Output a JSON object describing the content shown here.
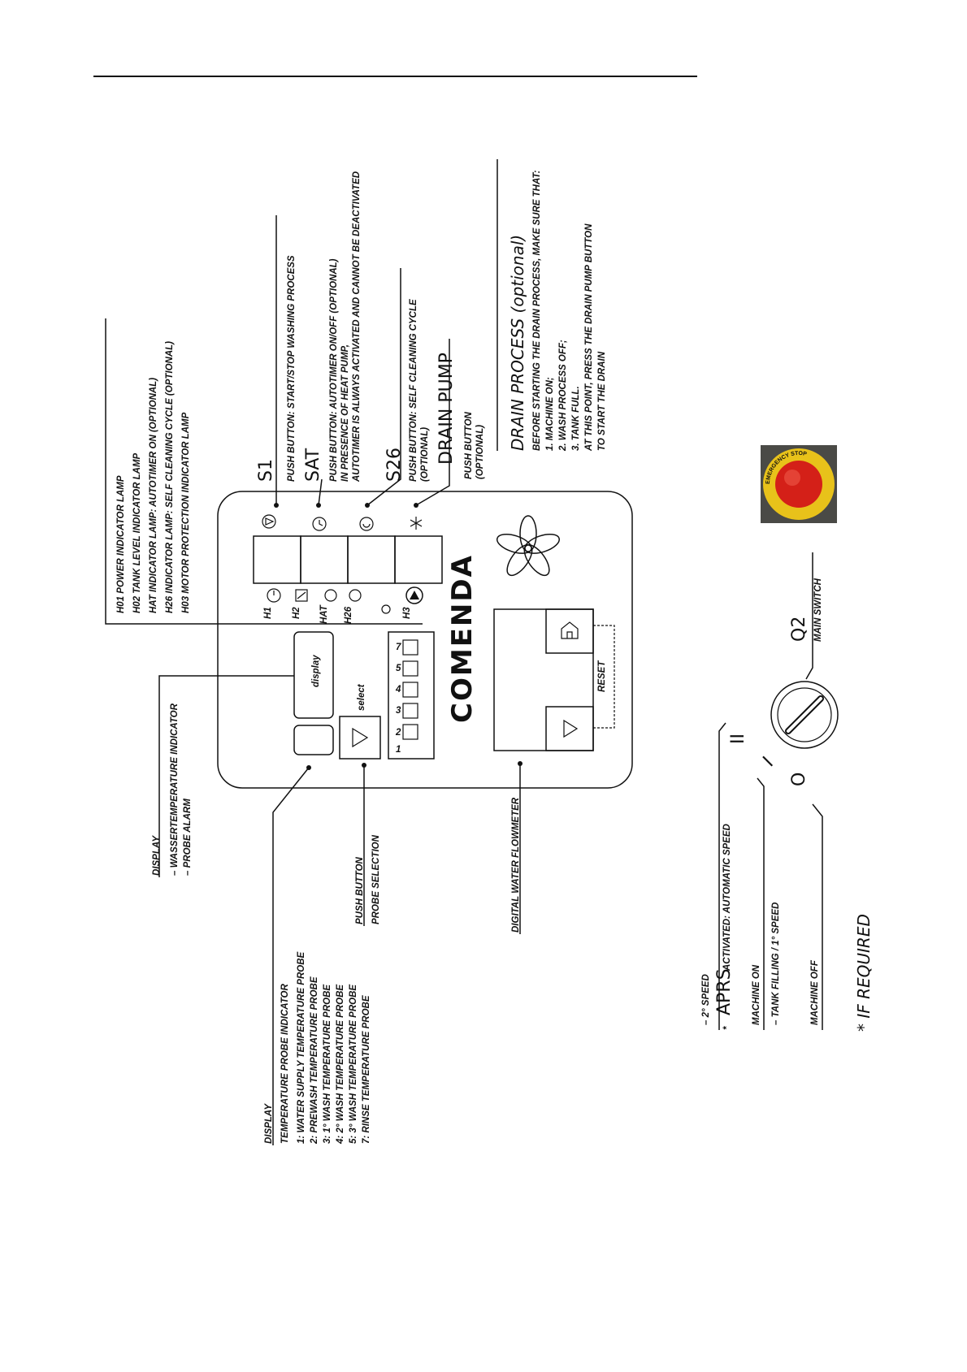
{
  "lamps": {
    "h01": "H01   POWER INDICATOR LAMP",
    "h02": "H02   TANK LEVEL INDICATOR LAMP",
    "hat": "HAT   INDICATOR LAMP: AUTOTIMER ON (OPTIONAL)",
    "h26": "H26   INDICATOR LAMP: SELF CLEANING CYCLE (OPTIONAL)",
    "h03": "H03   MOTOR PROTECTION INDICATOR LAMP"
  },
  "s1": {
    "title": "S1",
    "desc": "PUSH BUTTON: START/STOP WASHING PROCESS"
  },
  "sat": {
    "title": "SAT",
    "line1": "PUSH BUTTON: AUTOTIMER ON/OFF (OPTIONAL)",
    "line2": "IN PRESENCE OF HEAT PUMP,",
    "line3": "AUTOTIMER IS ALWAYS ACTIVATED AND CANNOT BE DEACTIVATED"
  },
  "s26": {
    "title": "S26",
    "line1": "PUSH BUTTON: SELF CLEANING CYCLE",
    "line2": "(OPTIONAL)"
  },
  "drain_pump": {
    "title": "DRAIN PUMP",
    "line1": "PUSH BUTTON",
    "line2": "(OPTIONAL)"
  },
  "drain_process": {
    "title": "DRAIN PROCESS (optional)",
    "line1": "BEFORE STARTING THE DRAIN PROCESS, MAKE SURE THAT:",
    "line2": "1. MACHINE ON;",
    "line3": "2. WASH PROCESS OFF;",
    "line4": "3. TANK FULL.",
    "line5": "AT THIS POINT, PRESS THE DRAIN PUMP BUTTON",
    "line6": "TO START THE DRAIN"
  },
  "display_water": {
    "title": "DISPLAY",
    "line1": "– WASSERTEMPERATURE INDICATOR",
    "line2": "– PROBE ALARM"
  },
  "probe_selection": {
    "line1": "PUSH BUTTON",
    "line2": "PROBE SELECTION"
  },
  "flowmeter": {
    "label": "DIGITAL WATER FLOWMETER"
  },
  "display_probe": {
    "title": "DISPLAY",
    "subtitle": "TEMPERATURE PROBE INDICATOR",
    "items": [
      "1:  WATER SUPPLY TEMPERATURE PROBE",
      "2:  PREWASH TEMPERATURE PROBE",
      "3:  1° WASH TEMPERATURE PROBE",
      "4:  2° WASH TEMPERATURE PROBE",
      "5:  3° WASH TEMPERATURE PROBE",
      "7:  RINSE TEMPERATURE PROBE"
    ]
  },
  "speed": {
    "second": "– 2° SPEED",
    "aprs_star": "*",
    "aprs": "APRS",
    "aprs_desc": "ACTIVATED: AUTOMATIC SPEED",
    "machine_on": "MACHINE ON",
    "tank_filling": "– TANK FILLING / 1° SPEED",
    "machine_off": "MACHINE OFF",
    "pos_two": "II",
    "pos_one": "I",
    "pos_zero": "O"
  },
  "main_switch": {
    "code": "Q2",
    "label": "MAIN SWITCH"
  },
  "footnote": "* IF REQUIRED",
  "panel": {
    "display_btn": "display",
    "select": "select",
    "brand": "COMENDA",
    "lamp_h1": "H1",
    "lamp_h2": "H2",
    "lamp_hat": "HAT",
    "lamp_h26": "H26",
    "lamp_h3": "H3",
    "probe_numbers": [
      "1",
      "2",
      "3",
      "4",
      "5",
      "7"
    ],
    "reset": "RESET"
  },
  "emergency": {
    "text": "EMERGENCY STOP",
    "colors": {
      "ring": "#e8c21a",
      "button": "#d42018"
    }
  }
}
